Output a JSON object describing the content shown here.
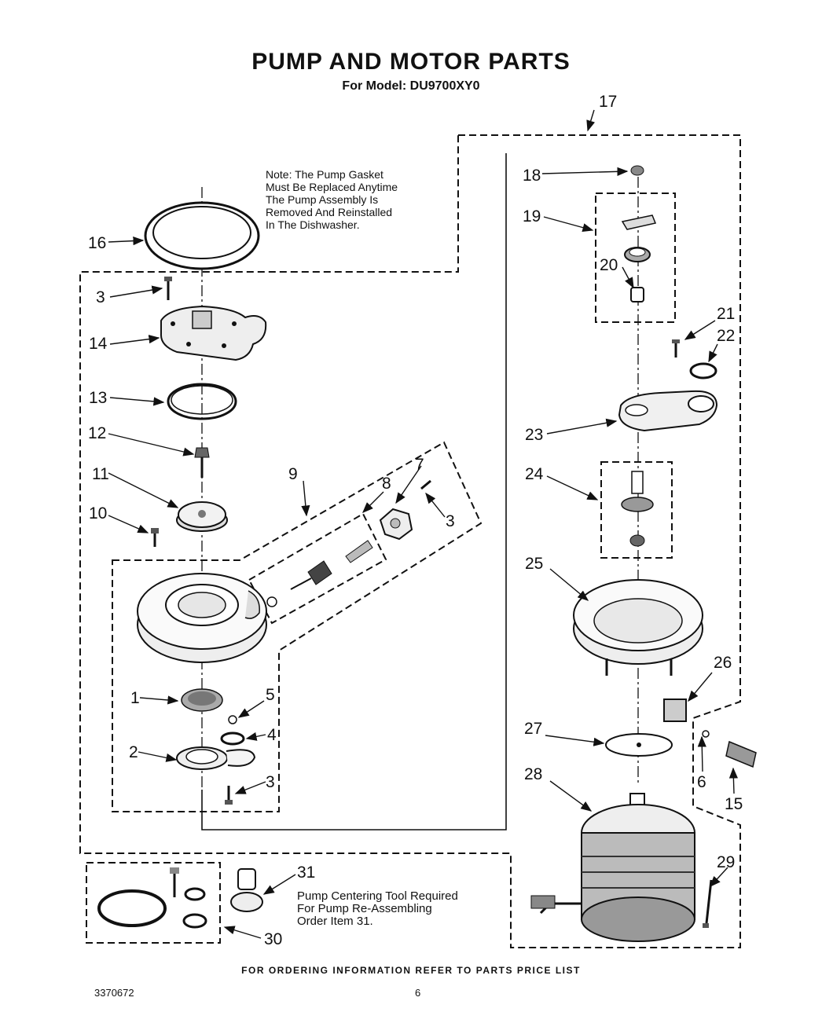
{
  "header": {
    "title": "PUMP AND MOTOR PARTS",
    "model": "For Model: DU9700XY0"
  },
  "note": "Note: The Pump Gasket\nMust Be Replaced Anytime\nThe Pump Assembly Is\nRemoved And Reinstalled\nIn The Dishwasher.",
  "tool_note": "Pump Centering Tool Required\nFor Pump Re-Assembling\nOrder Item 31.",
  "callouts": [
    "1",
    "2",
    "3",
    "3",
    "3",
    "3",
    "4",
    "5",
    "6",
    "7",
    "8",
    "9",
    "10",
    "11",
    "12",
    "13",
    "14",
    "15",
    "16",
    "17",
    "18",
    "19",
    "20",
    "21",
    "22",
    "23",
    "24",
    "25",
    "26",
    "27",
    "28",
    "29",
    "30",
    "31"
  ],
  "footer": {
    "ordering": "FOR ORDERING INFORMATION REFER TO PARTS PRICE LIST",
    "doc_number": "3370672",
    "page": "6"
  }
}
